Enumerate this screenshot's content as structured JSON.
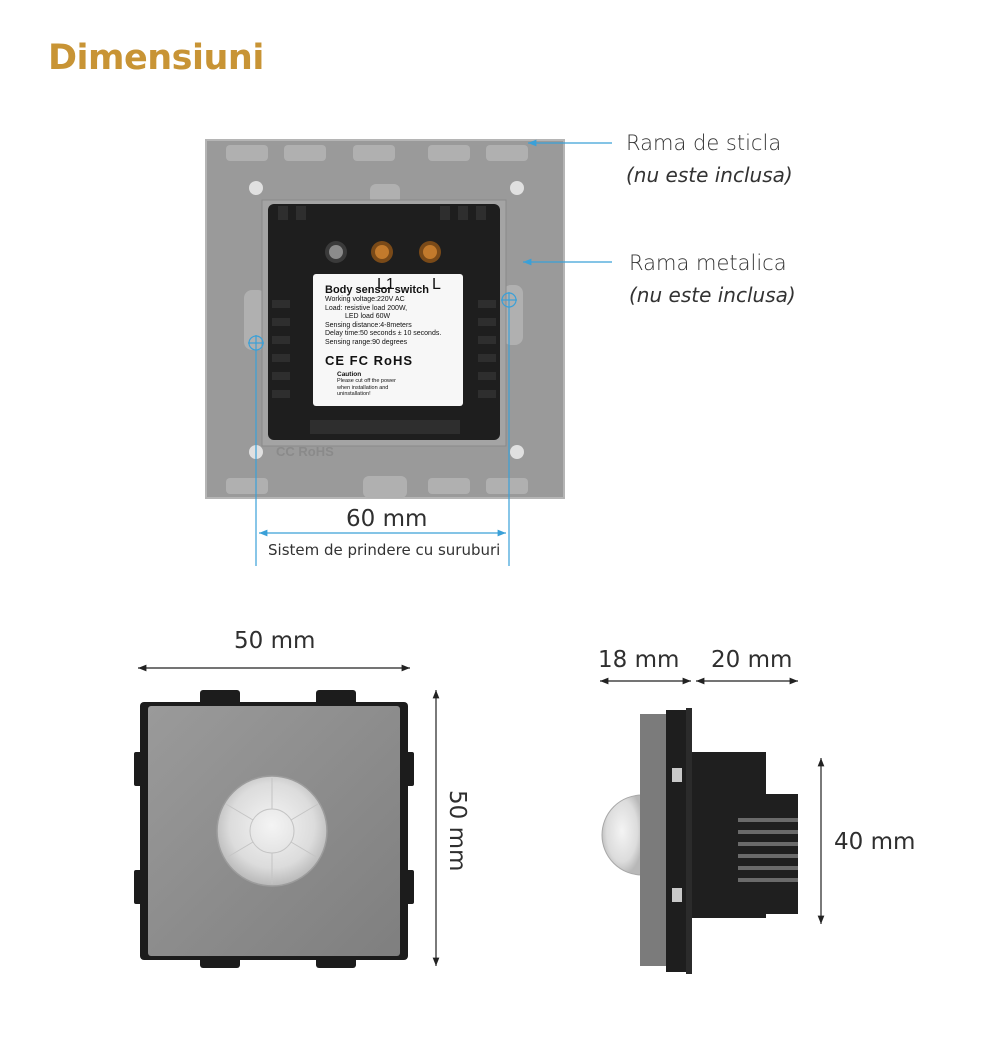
{
  "title": "Dimensiuni",
  "callouts": {
    "glass_frame": {
      "name": "Rama de sticla",
      "note": "(nu este inclusa)"
    },
    "metal_frame": {
      "name": "Rama metalica",
      "note": "(nu este inclusa)"
    }
  },
  "back_view": {
    "span_value": "60 mm",
    "span_caption": "Sistem de prindere cu suruburi",
    "terminal_l1": "L1",
    "terminal_l": "L",
    "emboss": "CC RoHS",
    "label": {
      "heading": "Body sensor switch",
      "lines": [
        "Working voltage:220V AC",
        "Load: resistive load 200W,",
        "LED load 60W",
        "Sensing distance:4-8meters",
        "Delay time:50 seconds ± 10 seconds.",
        "Sensing range:90 degrees"
      ],
      "marks": "CE FC RoHS",
      "caution_title": "Caution",
      "caution_lines": [
        "Please cut off the power",
        "when installation and",
        "uninstallation!"
      ]
    }
  },
  "front_view": {
    "width": "50 mm",
    "height": "50 mm"
  },
  "side_view": {
    "front_depth": "18 mm",
    "back_depth": "20 mm",
    "body_height": "40 mm"
  },
  "colors": {
    "title": "#c89435",
    "dimension_line": "#3aa0d8",
    "frame_grey": "#9a9a9a",
    "module_black": "#1e1e1e",
    "face_grey": "#8c8c8c"
  }
}
